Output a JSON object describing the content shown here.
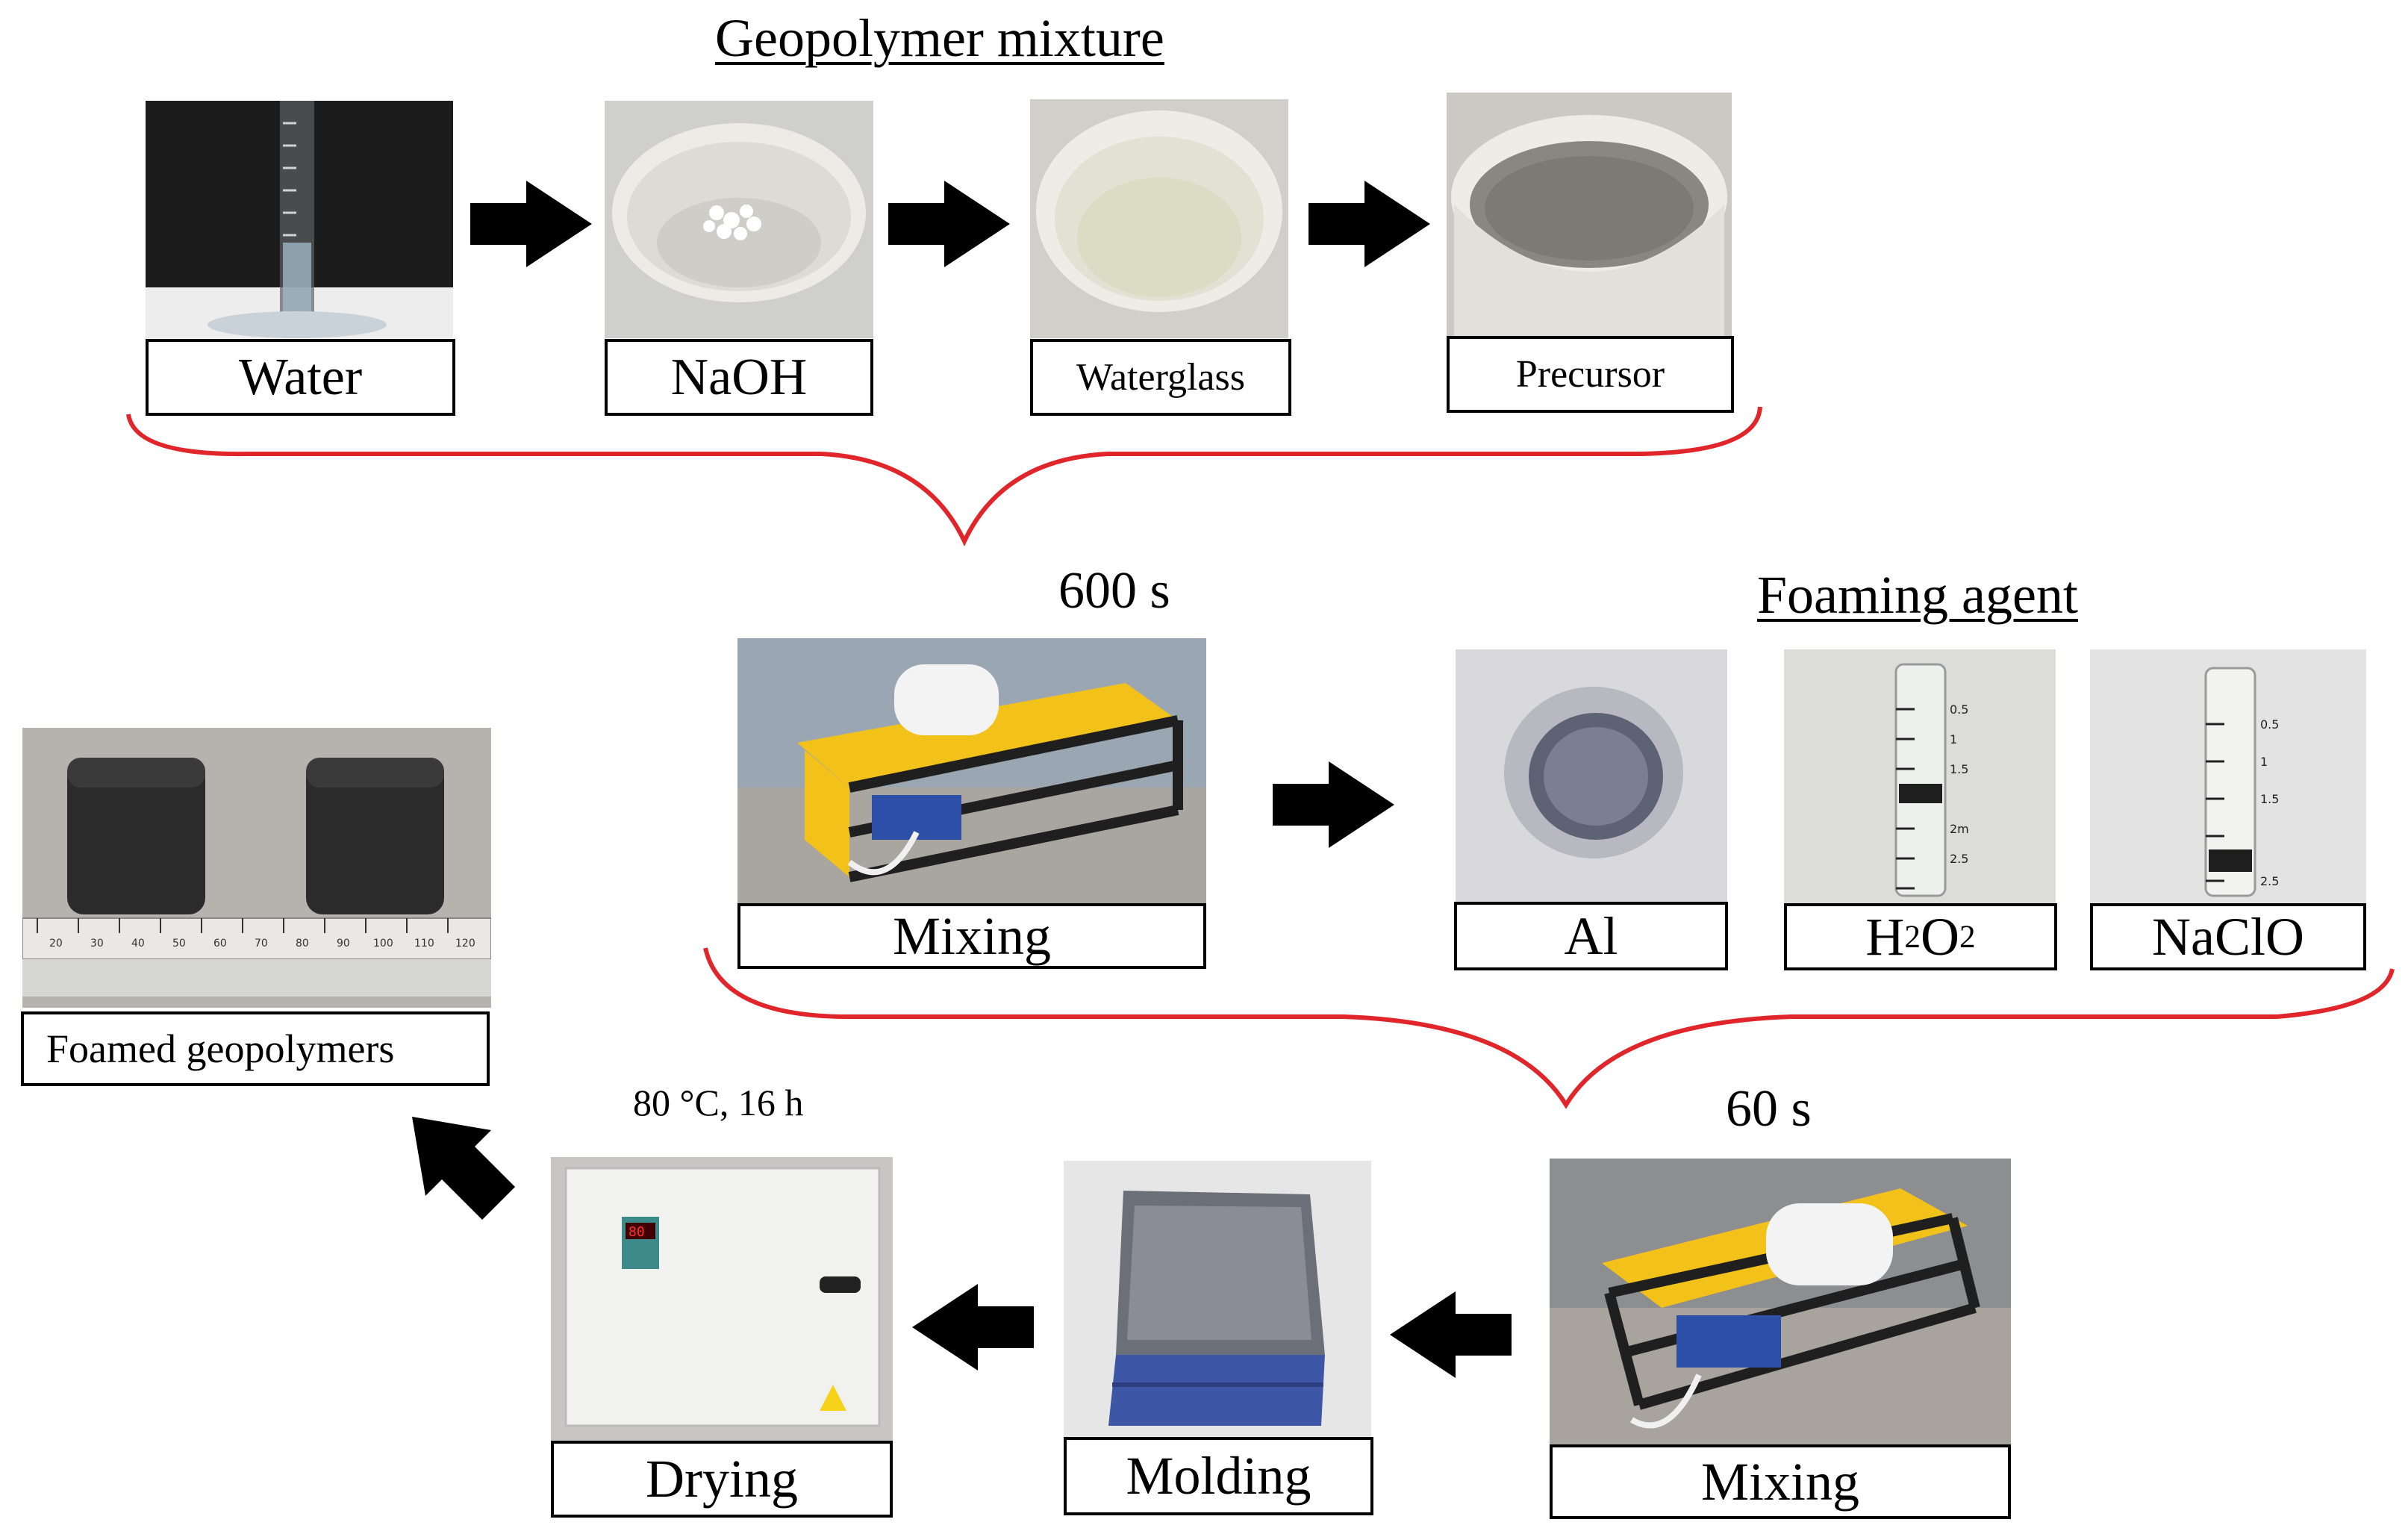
{
  "headings": {
    "geopolymer_mixture": "Geopolymer mixture",
    "foaming_agent": "Foaming agent"
  },
  "times": {
    "first_mix": "600 s",
    "second_mix": "60 s",
    "drying": "80 °C, 16 h"
  },
  "ingredients": {
    "water": "Water",
    "naoh": "NaOH",
    "waterglass": "Waterglass",
    "precursor": "Precursor"
  },
  "foaming_agents": {
    "al": "Al",
    "h2o2_h": "H",
    "h2o2_2a": "2",
    "h2o2_o": "O",
    "h2o2_2b": "2",
    "naclo": "NaClO"
  },
  "steps": {
    "mixing_1": "Mixing",
    "mixing_2": "Mixing",
    "molding": "Molding",
    "drying": "Drying",
    "result": "Foamed geopolymers"
  },
  "photo_text": {
    "ruler_ticks": [
      "20",
      "30",
      "40",
      "50",
      "60",
      "70",
      "80",
      "90",
      "100",
      "110",
      "120"
    ],
    "syringe_ticks": [
      "0.5",
      "1",
      "1.5",
      "2m",
      "2.5"
    ],
    "oven_display": "80"
  },
  "colors": {
    "brace": "#e0262b",
    "arrow": "#000000",
    "frame_yellow": "#f2c21b",
    "motor_blue": "#2d4fa8"
  }
}
